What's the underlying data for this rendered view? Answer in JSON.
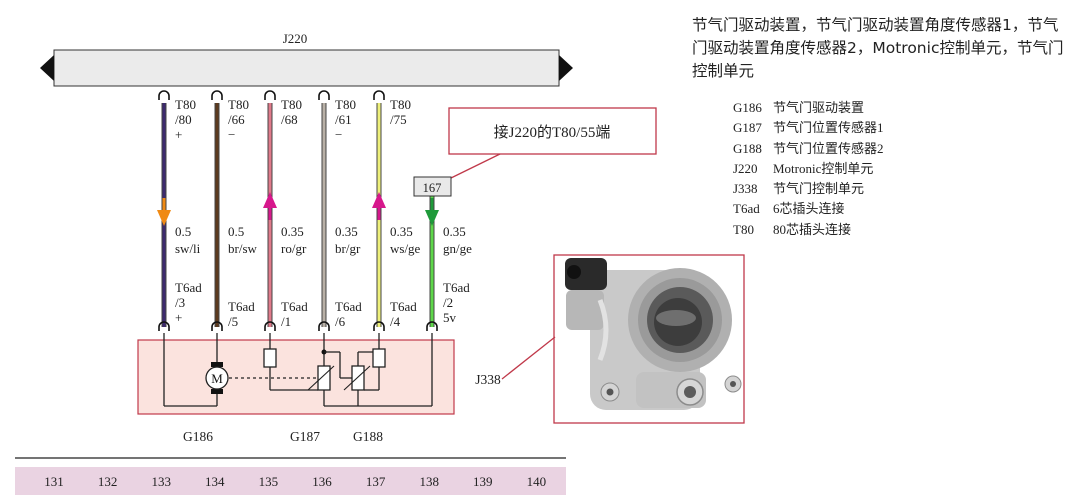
{
  "ecu": {
    "label": "J220"
  },
  "callout": {
    "text": "接J220的T80/55端",
    "box_label": "167"
  },
  "device_label": "J338",
  "component_labels": [
    "G186",
    "G187",
    "G188"
  ],
  "wires": [
    {
      "top_pin": [
        "T80",
        "/80",
        "+"
      ],
      "gauge": "0.5",
      "color_code": "sw/li",
      "bottom_pin": [
        "T6ad",
        "/3",
        "+"
      ],
      "wire_color": "#3d2a6e",
      "arrow": "down",
      "arrow_color": "#f08a14"
    },
    {
      "top_pin": [
        "T80",
        "/66",
        "−"
      ],
      "gauge": "0.5",
      "color_code": "br/sw",
      "bottom_pin": [
        "T6ad",
        "/5"
      ],
      "wire_color": "#5c3a1e",
      "arrow": "",
      "arrow_color": ""
    },
    {
      "top_pin": [
        "T80",
        "/68"
      ],
      "gauge": "0.35",
      "color_code": "ro/gr",
      "bottom_pin": [
        "T6ad",
        "/1"
      ],
      "wire_color": "#e07a8a",
      "arrow": "up",
      "arrow_color": "#d6188c"
    },
    {
      "top_pin": [
        "T80",
        "/61",
        "−"
      ],
      "gauge": "0.35",
      "color_code": "br/gr",
      "bottom_pin": [
        "T6ad",
        "/6"
      ],
      "wire_color": "#b8b0a6",
      "arrow": "",
      "arrow_color": ""
    },
    {
      "top_pin": [
        "T80",
        "/75"
      ],
      "gauge": "0.35",
      "color_code": "ws/ge",
      "bottom_pin": [
        "T6ad",
        "/4"
      ],
      "wire_color": "#eef07a",
      "arrow": "up",
      "arrow_color": "#d6188c"
    },
    {
      "top_pin": [],
      "gauge": "0.35",
      "color_code": "gn/ge",
      "bottom_pin": [
        "T6ad",
        "/2",
        "5v"
      ],
      "wire_color": "#5ed64a",
      "arrow": "down",
      "arrow_color": "#1f9a3a"
    }
  ],
  "description": "节气门驱动装置，节气门驱动装置角度传感器1，节气门驱动装置角度传感器2，Motronic控制单元，节气门控制单元",
  "legend": [
    {
      "code": "G186",
      "text": "节气门驱动装置"
    },
    {
      "code": "G187",
      "text": "节气门位置传感器1"
    },
    {
      "code": "G188",
      "text": "节气门位置传感器2"
    },
    {
      "code": "J220",
      "text": "Motronic控制单元"
    },
    {
      "code": "J338",
      "text": "节气门控制单元"
    },
    {
      "code": "T6ad",
      "text": "6芯插头连接"
    },
    {
      "code": "T80",
      "text": "80芯插头连接"
    }
  ],
  "ruler": [
    "131",
    "132",
    "133",
    "134",
    "135",
    "136",
    "137",
    "138",
    "139",
    "140"
  ],
  "colors": {
    "module_fill": "#fbe3de",
    "module_border": "#c0394a",
    "ruler_fill": "#ead3e2",
    "callout_border": "#c0394a"
  }
}
